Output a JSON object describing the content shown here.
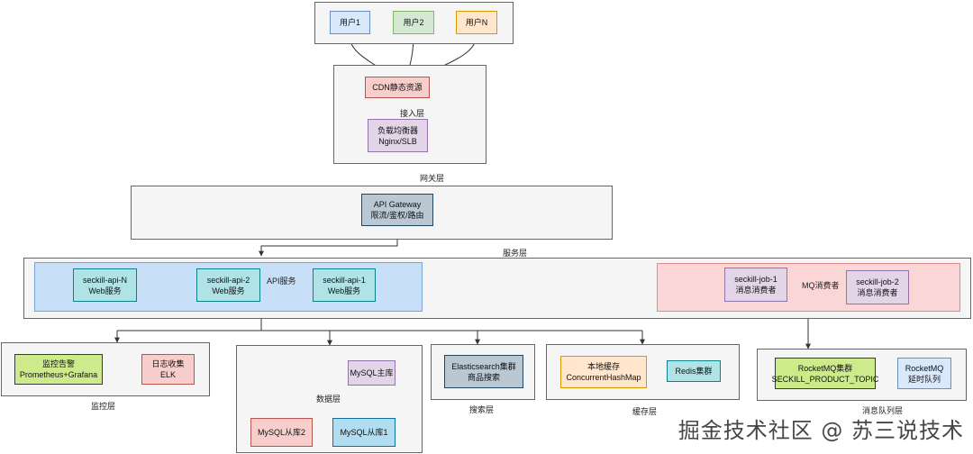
{
  "colors": {
    "blue": "#dae8fc",
    "green": "#d5e8d4",
    "orange": "#ffe6cc",
    "red": "#f8cecc",
    "purple": "#e1d5e7",
    "teal": "#b0e3e6",
    "gray": "#bac8d3",
    "lime": "#cdeb8b",
    "api_group": "#c7e0f7",
    "mq_group": "#fbd6d6",
    "group_bg": "#f5f5f5"
  },
  "users": {
    "u1": "用户1",
    "u2": "用户2",
    "un": "用户N"
  },
  "cdn": {
    "label": "CDN静态资源"
  },
  "access": {
    "layer_label": "接入层",
    "lb_line1": "负载均衡器",
    "lb_line2": "Nginx/SLB"
  },
  "gateway": {
    "layer_label": "网关层",
    "line1": "API Gateway",
    "line2": "限流/鉴权/路由"
  },
  "service": {
    "layer_label": "服务层",
    "api_group_label": "API服务",
    "api_n": [
      "seckill-api-N",
      "Web服务"
    ],
    "api_2": [
      "seckill-api-2",
      "Web服务"
    ],
    "api_1": [
      "seckill-api-1",
      "Web服务"
    ],
    "mq_group_label": "MQ消费者",
    "job_1": [
      "seckill-job-1",
      "消息消费者"
    ],
    "job_2": [
      "seckill-job-2",
      "消息消费者"
    ]
  },
  "monitor": {
    "layer_label": "监控层",
    "alert": [
      "监控告警",
      "Prometheus+Grafana"
    ],
    "log": [
      "日志收集",
      "ELK"
    ]
  },
  "data": {
    "layer_label": "数据层",
    "master": "MySQL主库",
    "slave2": "MySQL从库2",
    "slave1": "MySQL从库1"
  },
  "search": {
    "layer_label": "搜索层",
    "es": [
      "Elasticsearch集群",
      "商品搜索"
    ]
  },
  "cache": {
    "layer_label": "缓存层",
    "local": [
      "本地缓存",
      "ConcurrentHashMap"
    ],
    "redis": "Redis集群"
  },
  "mq": {
    "layer_label": "消息队列层",
    "rocket": [
      "RocketMQ集群",
      "SECKILL_PRODUCT_TOPIC"
    ],
    "delay": [
      "RocketMQ",
      "延时队列"
    ]
  },
  "watermark": "掘金技术社区 @ 苏三说技术"
}
